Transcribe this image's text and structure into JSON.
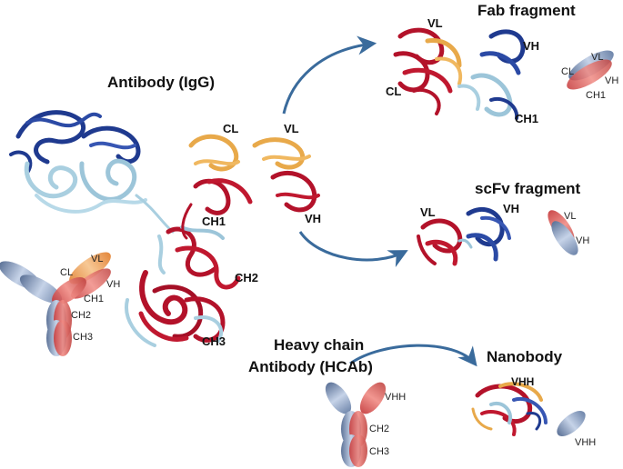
{
  "titles": {
    "antibody": "Antibody (IgG)",
    "fab": "Fab fragment",
    "scfv": "scFv fragment",
    "hcab_line1": "Heavy chain",
    "hcab_line2": "Antibody (HCAb)",
    "nanobody": "Nanobody"
  },
  "igg_structure_labels": {
    "cl": "CL",
    "vl": "VL",
    "ch1": "CH1",
    "vh": "VH",
    "ch2": "CH2",
    "ch3": "CH3"
  },
  "igg_schematic_labels": {
    "vl": "VL",
    "cl": "CL",
    "vh": "VH",
    "ch1": "CH1",
    "ch2": "CH2",
    "ch3": "CH3"
  },
  "fab_structure_labels": {
    "vl": "VL",
    "vh": "VH",
    "cl": "CL",
    "ch1": "CH1"
  },
  "fab_schematic_labels": {
    "cl": "CL",
    "vl": "VL",
    "vh": "VH",
    "ch1": "CH1"
  },
  "scfv_structure_labels": {
    "vl": "VL",
    "vh": "VH"
  },
  "scfv_schematic_labels": {
    "vl": "VL",
    "vh": "VH"
  },
  "hcab_schematic_labels": {
    "vhh": "VHH",
    "ch2": "CH2",
    "ch3": "CH3"
  },
  "nanobody_labels": {
    "structure_vhh": "VHH",
    "schematic_vhh": "VHH"
  },
  "colors": {
    "heavy_red": "#b3122a",
    "light_orange": "#e8a94a",
    "dark_blue": "#1f3a8f",
    "light_blue": "#a9cfe0",
    "arrow_blue": "#3a6b9c",
    "ellipse_blue": "#7c93b8",
    "ellipse_red": "#d9534f",
    "ellipse_orange": "#f0a35c"
  }
}
